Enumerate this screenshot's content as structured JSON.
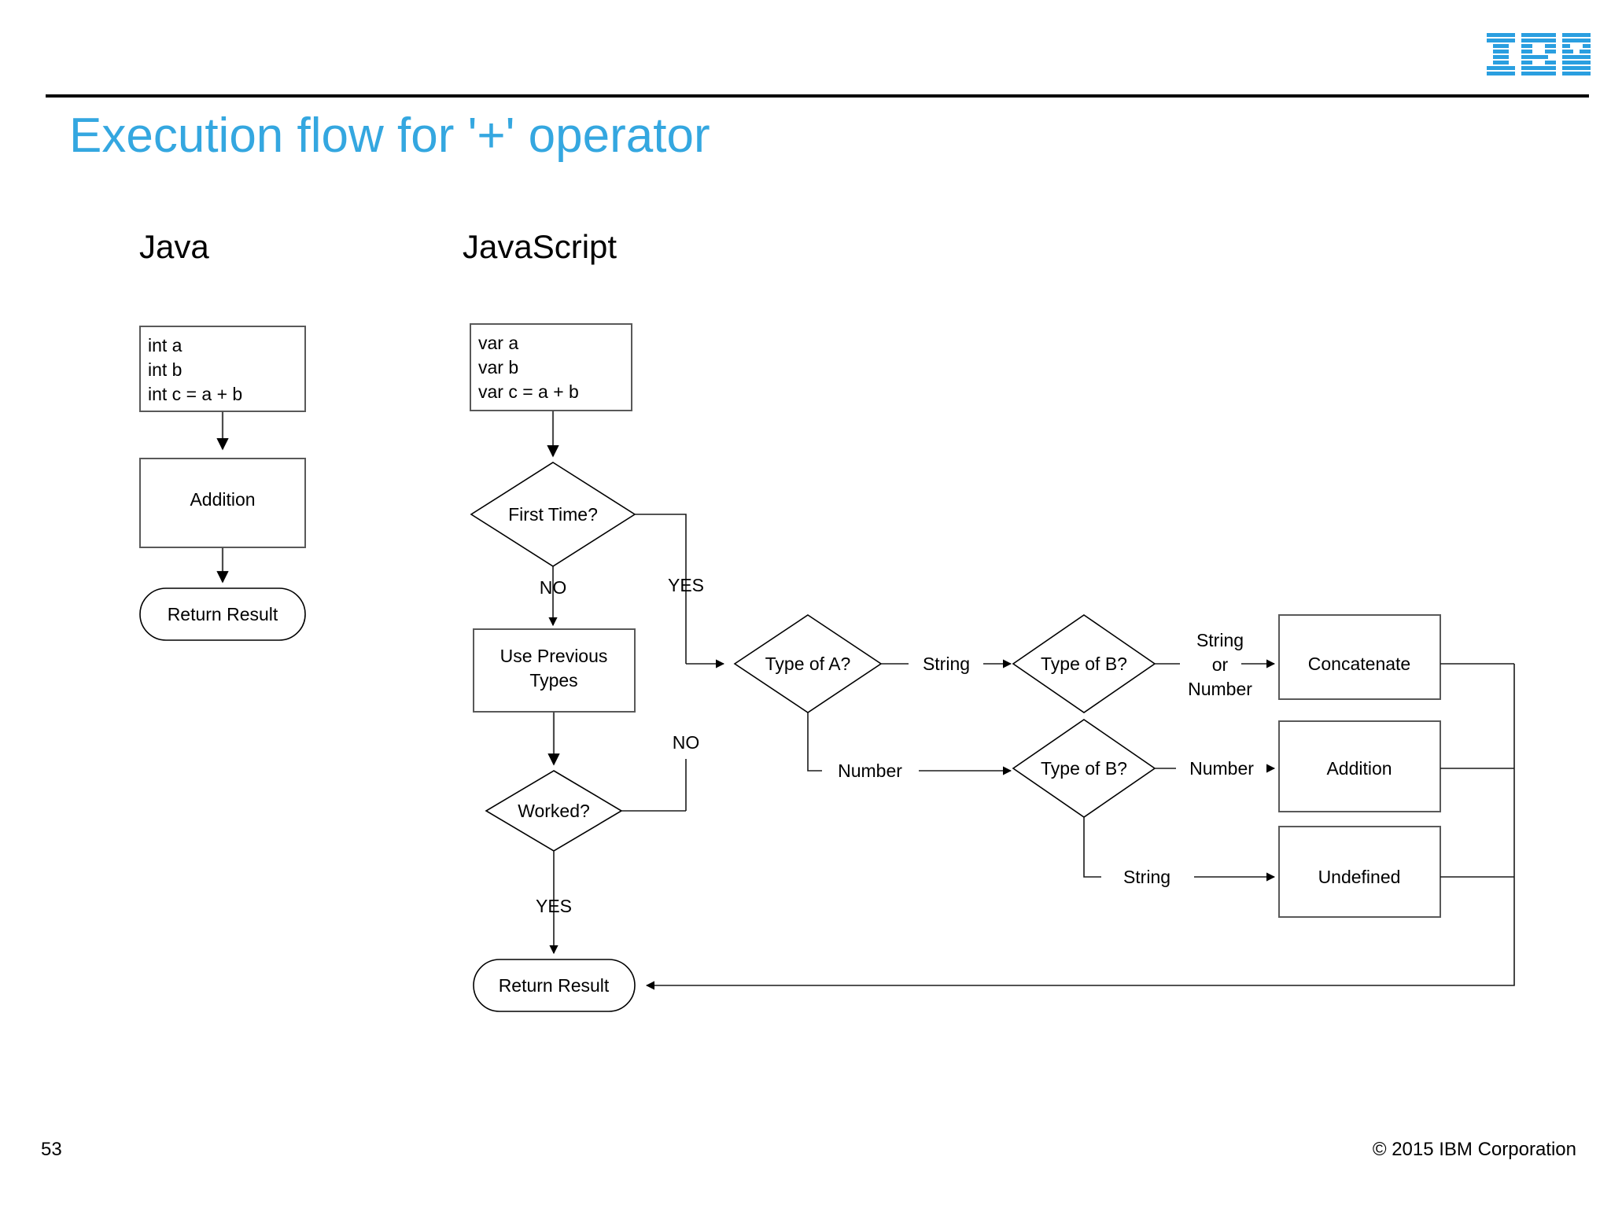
{
  "brand": {
    "logo_name": "ibm-logo",
    "logo_color": "#2a9fe0",
    "title_color": "#34a7e0"
  },
  "header": {
    "title": "Execution flow for '+' operator"
  },
  "columns": {
    "java_heading": "Java",
    "javascript_heading": "JavaScript"
  },
  "java_flow": {
    "declaration": "int a\nint b\nint c = a + b",
    "declaration_lines": [
      "int a",
      "int b",
      "int c = a + b"
    ],
    "process": "Addition",
    "terminator": "Return Result"
  },
  "javascript_flow": {
    "declaration_lines": [
      "var a",
      "var b",
      "var c = a + b"
    ],
    "decision_first_time": "First Time?",
    "label_first_time_no": "NO",
    "label_first_time_yes": "YES",
    "process_use_previous": "Use Previous\nTypes",
    "process_use_previous_lines": [
      "Use Previous",
      "Types"
    ],
    "decision_worked": "Worked?",
    "label_worked_no": "NO",
    "label_worked_yes": "YES",
    "terminator": "Return Result",
    "decision_type_a": "Type of A?",
    "label_a_string": "String",
    "label_a_number": "Number",
    "decision_type_b_upper": "Type of B?",
    "decision_type_b_lower": "Type of B?",
    "label_b_upper_out_lines": [
      "String",
      "or",
      "Number"
    ],
    "label_b_lower_number": "Number",
    "label_b_lower_string": "String",
    "result_concatenate": "Concatenate",
    "result_addition": "Addition",
    "result_undefined": "Undefined"
  },
  "footer": {
    "page_number": "53",
    "copyright": "© 2015 IBM Corporation"
  }
}
